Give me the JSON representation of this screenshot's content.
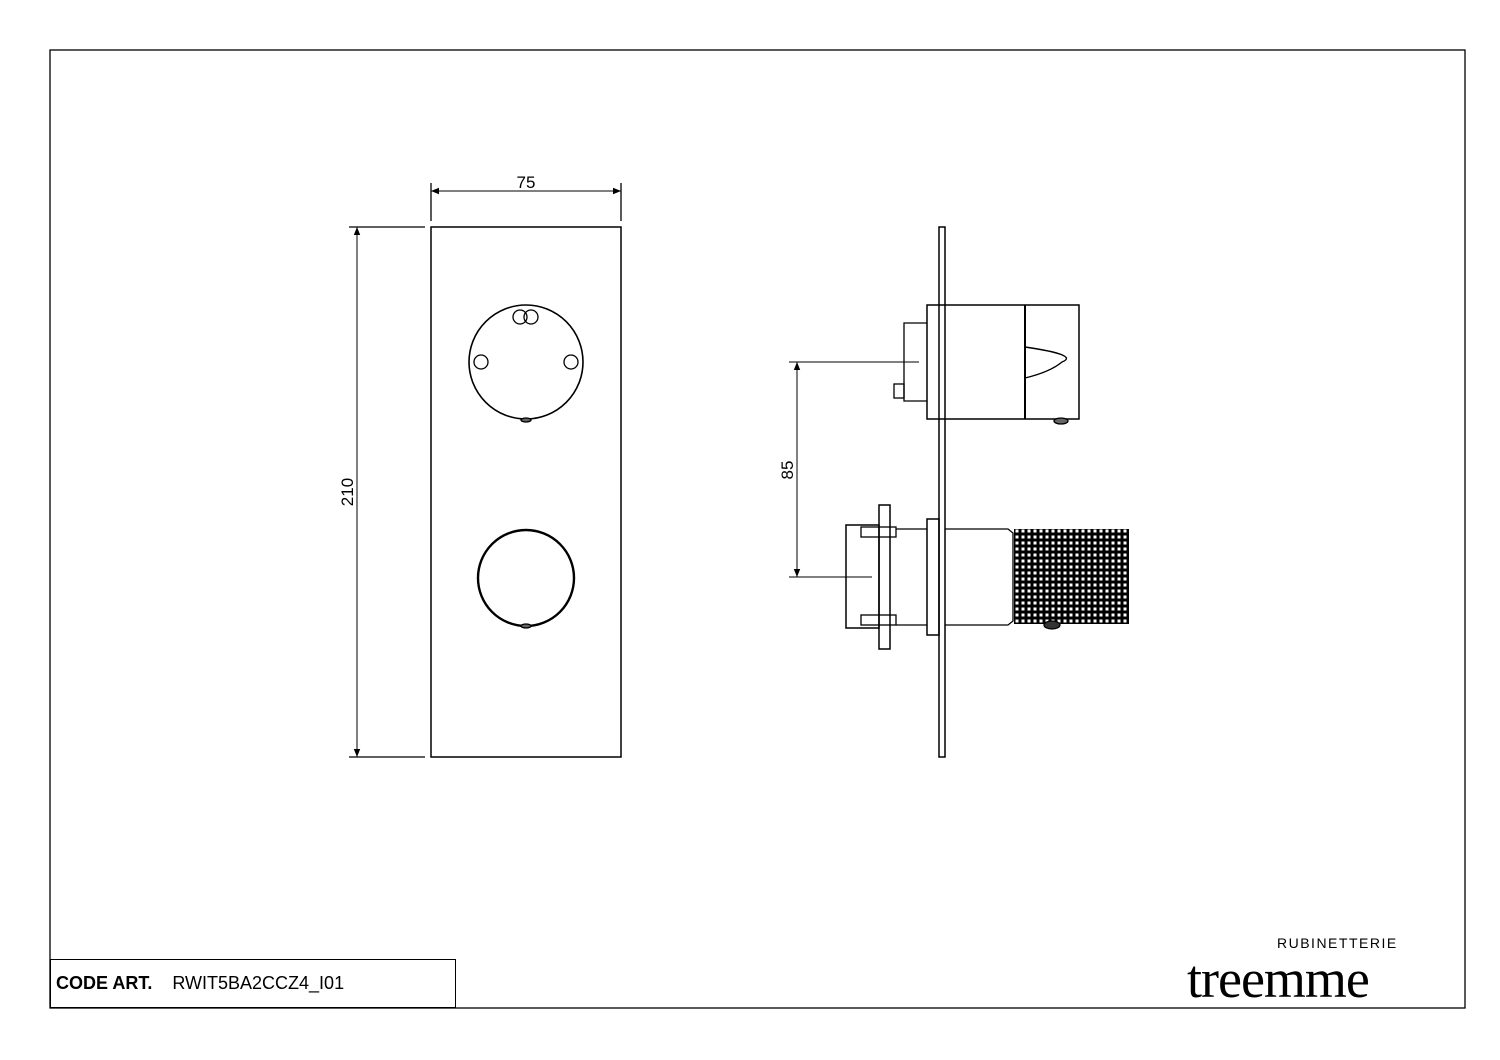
{
  "drawing": {
    "dimensions": {
      "width": "75",
      "height": "210",
      "spacing": "85"
    }
  },
  "title_block": {
    "code_label": "CODE ART.",
    "code_value": "RWIT5BA2CCZ4_I01"
  },
  "logo": {
    "subtitle": "RUBINETTERIE",
    "brand": "treemme"
  }
}
